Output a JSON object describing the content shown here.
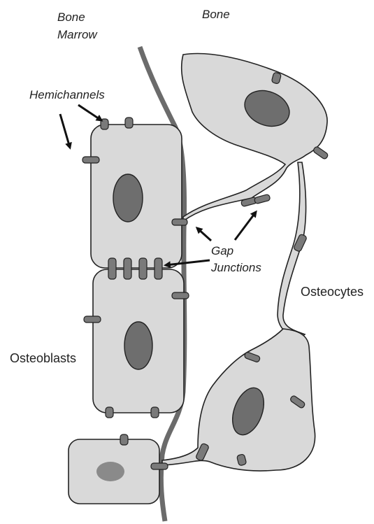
{
  "labels": {
    "bone_marrow_line1": "Bone",
    "bone_marrow_line2": "Marrow",
    "bone": "Bone",
    "hemichannels": "Hemichannels",
    "gap_line1": "Gap",
    "gap_line2": "Junctions",
    "osteocytes": "Osteocytes",
    "osteoblasts": "Osteoblasts"
  }
}
